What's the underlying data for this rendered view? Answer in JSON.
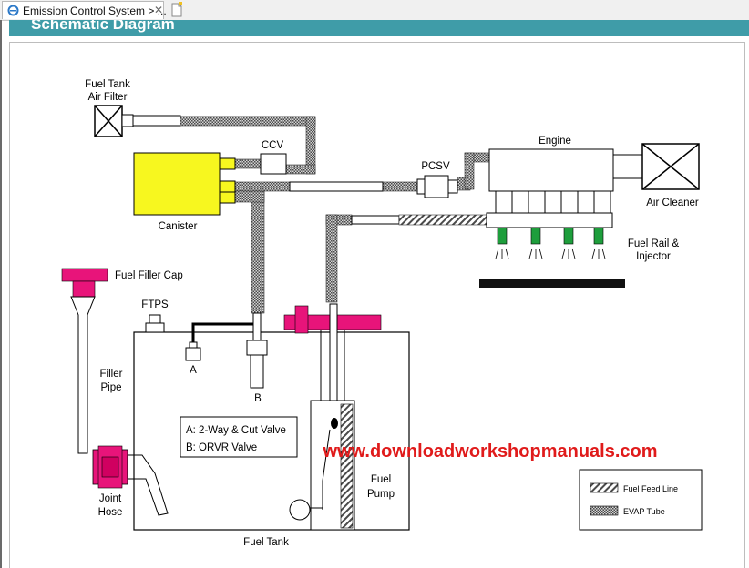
{
  "tab": {
    "title": "Emission Control System > ...",
    "close": "✕"
  },
  "header": {
    "title": "Schematic Diagram"
  },
  "diagram": {
    "labels": {
      "fuel_tank_air_filter_1": "Fuel Tank",
      "fuel_tank_air_filter_2": "Air Filter",
      "ccv": "CCV",
      "engine": "Engine",
      "pcsv": "PCSV",
      "air_cleaner": "Air Cleaner",
      "canister": "Canister",
      "fuel_rail_1": "Fuel Rail &",
      "fuel_rail_2": "Injector",
      "fuel_filler_cap": "Fuel Filler Cap",
      "ftps": "FTPS",
      "valve_a": "A",
      "valve_b": "B",
      "filler_pipe_1": "Filler",
      "filler_pipe_2": "Pipe",
      "valve_key_a": "A: 2-Way & Cut Valve",
      "valve_key_b": "B: ORVR Valve",
      "fuel_pump_1": "Fuel",
      "fuel_pump_2": "Pump",
      "joint_hose_1": "Joint",
      "joint_hose_2": "Hose",
      "fuel_tank": "Fuel Tank"
    },
    "legend": {
      "feed": "Fuel Feed Line",
      "evap": "EVAP Tube"
    },
    "watermark": "www.downloadworkshopmanuals.com",
    "colors": {
      "canister": "#f7f71f",
      "filler": "#e8147a",
      "injector": "#1e9e3c",
      "header": "#3f9ca8",
      "watermark": "#e01b1b"
    }
  }
}
